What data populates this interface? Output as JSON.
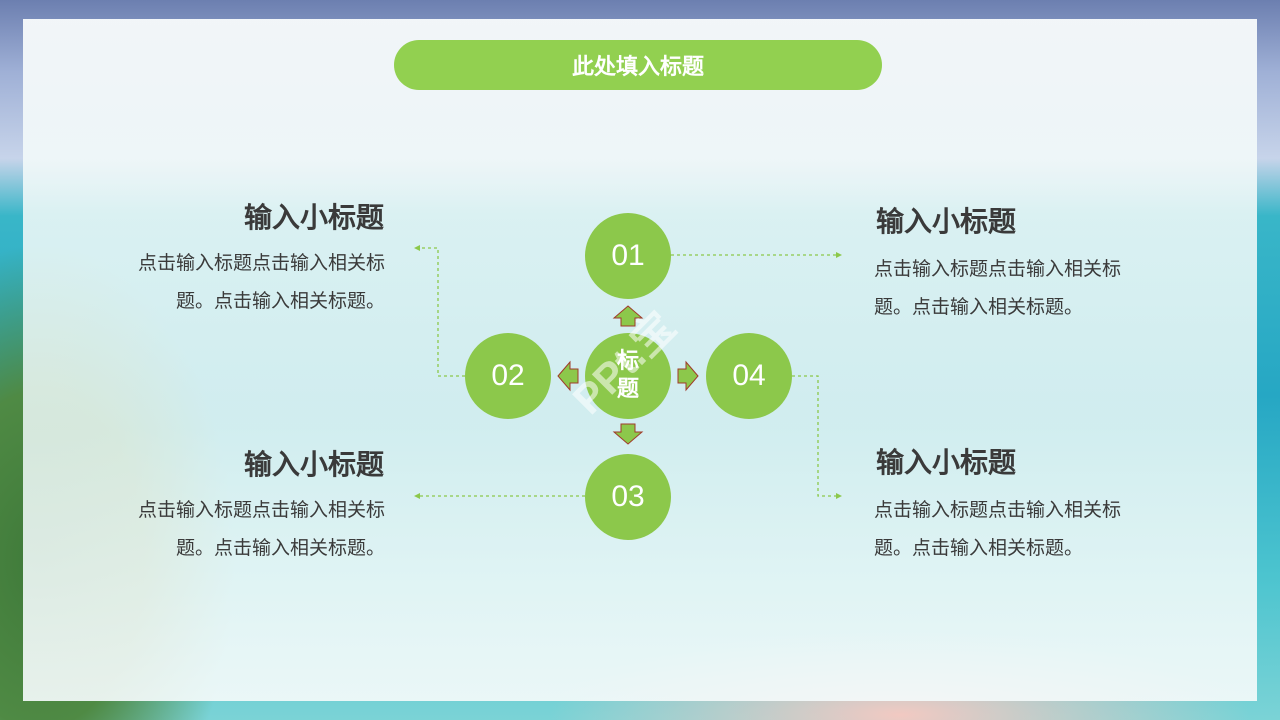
{
  "title": "此处填入标题",
  "center_label_1": "标",
  "center_label_2": "题",
  "circles": [
    "01",
    "02",
    "03",
    "04"
  ],
  "sections": [
    {
      "heading": "输入小标题",
      "body_line1": "点击输入标题点击输入相关标",
      "body_line2": "题。点击输入相关标题。"
    },
    {
      "heading": "输入小标题",
      "body_line1": "点击输入标题点击输入相关标",
      "body_line2": "题。点击输入相关标题。"
    },
    {
      "heading": "输入小标题",
      "body_line1": "点击输入标题点击输入相关标",
      "body_line2": "题。点击输入相关标题。"
    },
    {
      "heading": "输入小标题",
      "body_line1": "点击输入标题点击输入相关标",
      "body_line2": "题。点击输入相关标题。"
    }
  ],
  "watermark": "PPt.宝",
  "colors": {
    "accent": "#92d050",
    "circle": "#8cc84b",
    "text": "#3a3a3a",
    "arrow_outline": "#a03a2a"
  }
}
